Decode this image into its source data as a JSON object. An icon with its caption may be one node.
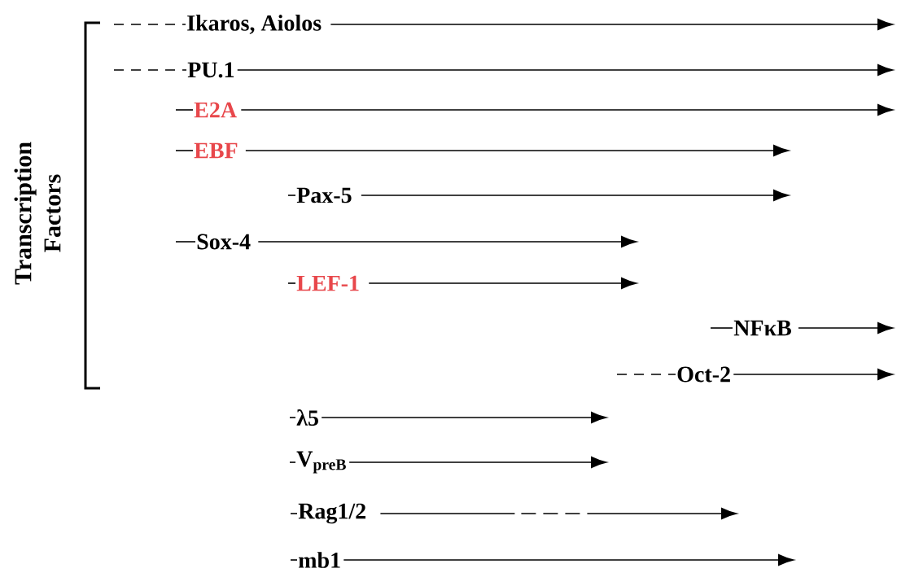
{
  "diagram": {
    "nodes": [
      {
        "text": [
          "Ikaros, Aiolos"
        ]
      },
      {
        "text": [
          "PU.1"
        ]
      },
      {
        "text": [
          "E2A"
        ]
      },
      {
        "text": [
          "EBF"
        ]
      },
      {
        "text": [
          "Pax-5"
        ]
      },
      {
        "text": [
          "Sox-4"
        ]
      },
      {
        "text": [
          "LEF-1"
        ]
      },
      {
        "text": [
          "NFκB"
        ]
      },
      {
        "text": [
          "Oct-2"
        ]
      },
      {
        "text": [
          "λ5"
        ]
      },
      {
        "text": [
          "V$_{preB}$"
        ]
      },
      {
        "text": [
          "Rag1/2"
        ]
      },
      {
        "text": [
          "mb1"
        ]
      }
    ],
    "edges": [
      {
        "from": null,
        "to": 0,
        "arrow": "none",
        "style": "dashed"
      },
      {
        "from": 0,
        "to": null,
        "arrow": "to"
      },
      {
        "from": null,
        "to": 1,
        "arrow": "none",
        "style": "dashed"
      },
      {
        "from": 1,
        "to": null,
        "arrow": "to"
      },
      {
        "from": null,
        "to": 2,
        "arrow": "none"
      },
      {
        "from": 2,
        "to": null,
        "arrow": "to"
      },
      {
        "from": null,
        "to": 3,
        "arrow": "none"
      },
      {
        "from": 3,
        "to": null,
        "arrow": "to"
      },
      {
        "from": null,
        "to": 4,
        "arrow": "none"
      },
      {
        "from": 4,
        "to": null,
        "arrow": "to"
      },
      {
        "from": null,
        "to": 5,
        "arrow": "none"
      },
      {
        "from": 5,
        "to": null,
        "arrow": "to"
      },
      {
        "from": null,
        "to": 6,
        "arrow": "none"
      },
      {
        "from": 6,
        "to": null,
        "arrow": "to"
      },
      {
        "from": null,
        "to": 7,
        "arrow": "none"
      },
      {
        "from": 7,
        "to": null,
        "arrow": "to"
      },
      {
        "from": null,
        "to": 8,
        "arrow": "none",
        "style": "dashed"
      },
      {
        "from": 8,
        "to": null,
        "arrow": "to"
      },
      {
        "from": null,
        "to": 9,
        "arrow": "none"
      },
      {
        "from": 9,
        "to": null,
        "arrow": "to"
      },
      {
        "from": null,
        "to": 10,
        "arrow": "none"
      },
      {
        "from": 10,
        "to": null,
        "arrow": "to"
      },
      {
        "from": null,
        "to": 11,
        "arrow": "none"
      },
      {
        "from": 11,
        "to": null,
        "arrow": "to",
        "style": "dashed"
      },
      {
        "from": null,
        "to": 12,
        "arrow": "none"
      },
      {
        "from": 12,
        "to": null,
        "arrow": "to"
      }
    ],
    "labels": [
      "Transcription Factors"
    ]
  }
}
